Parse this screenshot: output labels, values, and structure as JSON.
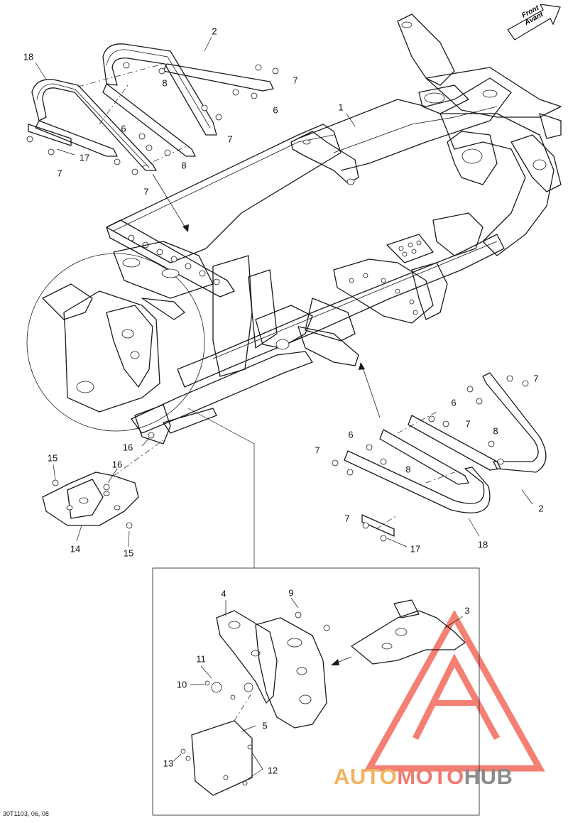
{
  "diagram": {
    "front_label": [
      "Front",
      "Avant"
    ],
    "ref_code": "30T1103, 06, 08",
    "callouts": [
      {
        "id": "c1",
        "text": "1"
      },
      {
        "id": "c2a",
        "text": "2"
      },
      {
        "id": "c2b",
        "text": "2"
      },
      {
        "id": "c3",
        "text": "3"
      },
      {
        "id": "c4",
        "text": "4"
      },
      {
        "id": "c5",
        "text": "5"
      },
      {
        "id": "c6a",
        "text": "6"
      },
      {
        "id": "c6b",
        "text": "6"
      },
      {
        "id": "c6c",
        "text": "6"
      },
      {
        "id": "c6d",
        "text": "6"
      },
      {
        "id": "c7a",
        "text": "7"
      },
      {
        "id": "c7b",
        "text": "7"
      },
      {
        "id": "c7c",
        "text": "7"
      },
      {
        "id": "c7d",
        "text": "7"
      },
      {
        "id": "c7e",
        "text": "7"
      },
      {
        "id": "c7f",
        "text": "7"
      },
      {
        "id": "c7g",
        "text": "7"
      },
      {
        "id": "c7h",
        "text": "7"
      },
      {
        "id": "c8a",
        "text": "8"
      },
      {
        "id": "c8b",
        "text": "8"
      },
      {
        "id": "c8c",
        "text": "8"
      },
      {
        "id": "c8d",
        "text": "8"
      },
      {
        "id": "c9",
        "text": "9"
      },
      {
        "id": "c10",
        "text": "10"
      },
      {
        "id": "c11",
        "text": "11"
      },
      {
        "id": "c12",
        "text": "12"
      },
      {
        "id": "c13",
        "text": "13"
      },
      {
        "id": "c14",
        "text": "14"
      },
      {
        "id": "c15a",
        "text": "15"
      },
      {
        "id": "c15b",
        "text": "15"
      },
      {
        "id": "c16a",
        "text": "16"
      },
      {
        "id": "c16b",
        "text": "16"
      },
      {
        "id": "c17a",
        "text": "17"
      },
      {
        "id": "c17b",
        "text": "17"
      },
      {
        "id": "c18a",
        "text": "18"
      },
      {
        "id": "c18b",
        "text": "18"
      }
    ]
  },
  "watermark": {
    "auto": "AUTO",
    "moto": "MOTO",
    "hub": "HUB",
    "triangle_color": "#f36b5c",
    "auto_color": "#f2b25f",
    "hub_color": "#8b8b8b"
  }
}
